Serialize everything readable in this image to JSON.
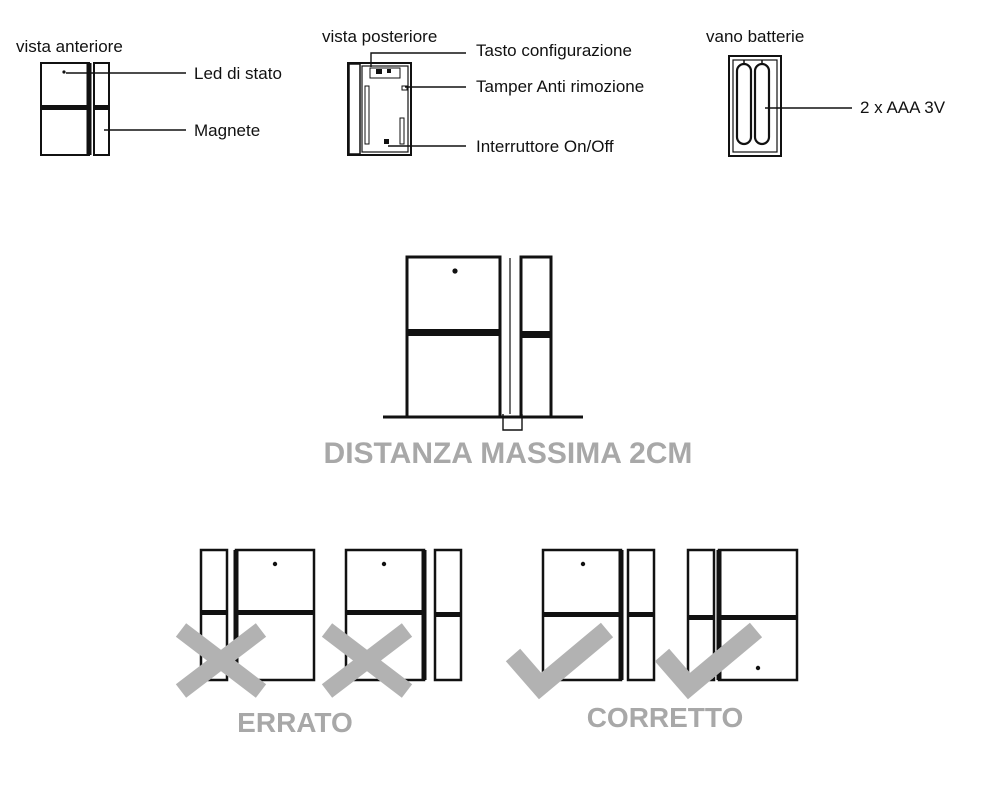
{
  "front_view": {
    "title": "vista anteriore",
    "labels": {
      "led": "Led di stato",
      "magnet": "Magnete"
    }
  },
  "rear_view": {
    "title": "vista posteriore",
    "labels": {
      "config_button": "Tasto configurazione",
      "tamper": "Tamper Anti rimozione",
      "switch": "Interruttore On/Off"
    }
  },
  "battery_bay": {
    "title": "vano batterie",
    "label": "2 x AAA 3V"
  },
  "distance": {
    "caption": "DISTANZA MASSIMA 2CM"
  },
  "installation": {
    "wrong_label": "ERRATO",
    "correct_label": "CORRETTO",
    "wrong_icon": "cross-icon",
    "correct_icon": "check-icon",
    "mark_color": "#b2b2b2"
  }
}
